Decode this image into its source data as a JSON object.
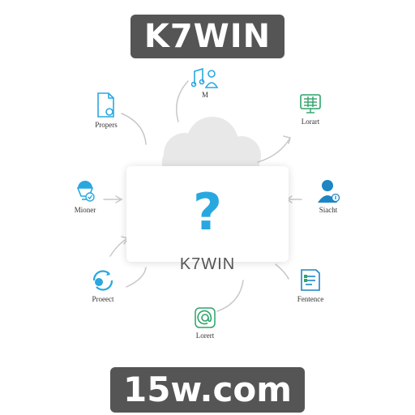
{
  "banner_top": "K7WIN",
  "banner_bottom": "15w.com",
  "center": {
    "label": "K7WIN",
    "symbol": "?"
  },
  "colors": {
    "accent": "#29a8e0",
    "green": "#2ea36a",
    "banner": "#555555",
    "cloud": "#e6e6e6"
  },
  "nodes": [
    {
      "label": "M",
      "icon": "music-person-icon"
    },
    {
      "label": "Propers",
      "icon": "document-icon"
    },
    {
      "label": "Lorart",
      "icon": "monitor-icon"
    },
    {
      "label": "Mioner",
      "icon": "lightbulb-icon"
    },
    {
      "label": "Siacht",
      "icon": "user-icon"
    },
    {
      "label": "Proeect",
      "icon": "refresh-icon"
    },
    {
      "label": "Fentence",
      "icon": "list-document-icon"
    },
    {
      "label": "Lorert",
      "icon": "at-sign-icon"
    }
  ]
}
